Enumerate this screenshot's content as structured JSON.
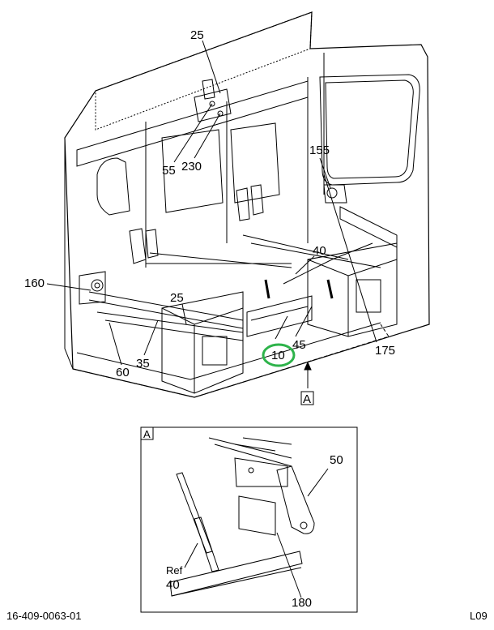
{
  "callouts": {
    "c25_top": "25",
    "c55": "55",
    "c230": "230",
    "c155": "155",
    "c175": "175",
    "c160": "160",
    "c40": "40",
    "c25_mid": "25",
    "c45": "45",
    "c10": "10",
    "c35": "35",
    "c60": "60"
  },
  "view_marker": "A",
  "detail": {
    "label": "A",
    "c50": "50",
    "ref_label": "Ref",
    "c40": "40",
    "c180": "180"
  },
  "footer": {
    "drawing_number": "16-409-0063-01",
    "sheet": "L09"
  },
  "colors": {
    "highlight": "#2db34a",
    "line": "#000000"
  }
}
